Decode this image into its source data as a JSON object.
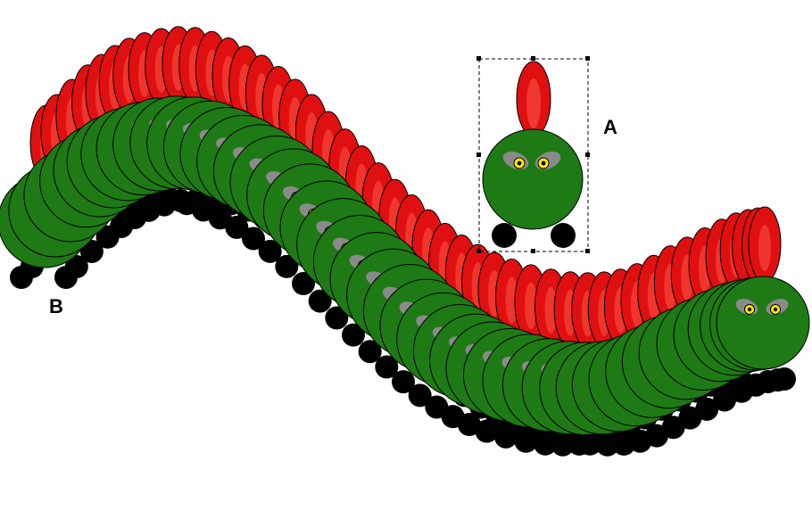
{
  "labels": {
    "a": "A",
    "b": "B"
  },
  "colors": {
    "background": "#ffffff",
    "body": "#1e7a14",
    "body_dark": "#145a0c",
    "ear": "#e01010",
    "ear_highlight": "#ff5a4a",
    "foot": "#000000",
    "eye_socket": "#8a8a8a",
    "eye": "#ffea00",
    "pupil": "#000000",
    "outline": "#000000",
    "selection": "#000000"
  },
  "icons": {
    "a": "creature-icon",
    "b": "caterpillar-trail-icon"
  },
  "trail": {
    "segment_count": 46
  }
}
